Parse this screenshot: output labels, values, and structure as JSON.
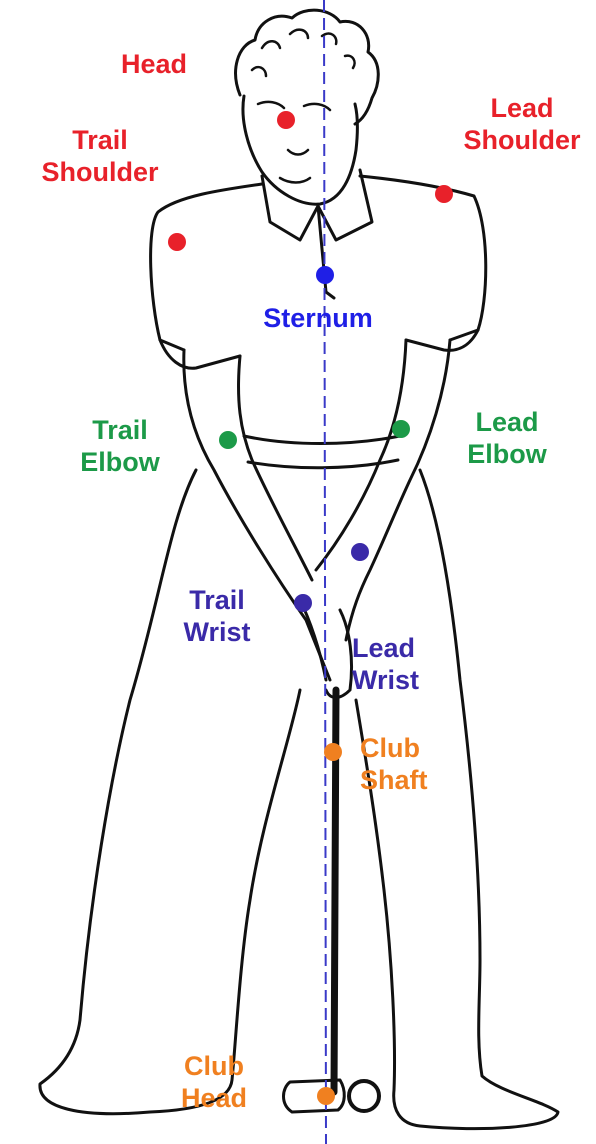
{
  "colors": {
    "red": "#e8212a",
    "blue": "#1f1fe6",
    "green": "#1c9a48",
    "purple": "#3a2aa8",
    "orange": "#f08020",
    "guide": "#3a3ac8",
    "ink": "#111111"
  },
  "labels": {
    "head": {
      "line1": "Head",
      "line2": ""
    },
    "trail_shoulder": {
      "line1": "Trail",
      "line2": "Shoulder"
    },
    "lead_shoulder": {
      "line1": "Lead",
      "line2": "Shoulder"
    },
    "sternum": {
      "line1": "Sternum",
      "line2": ""
    },
    "trail_elbow": {
      "line1": "Trail",
      "line2": "Elbow"
    },
    "lead_elbow": {
      "line1": "Lead",
      "line2": "Elbow"
    },
    "trail_wrist": {
      "line1": "Trail",
      "line2": "Wrist"
    },
    "lead_wrist": {
      "line1": "Lead",
      "line2": "Wrist"
    },
    "club_shaft": {
      "line1": "Club",
      "line2": "Shaft"
    },
    "club_head": {
      "line1": "Club",
      "line2": "Head"
    }
  },
  "icons": {
    "figure": "golfer-address-outline-icon",
    "ball": "golf-ball-icon"
  }
}
